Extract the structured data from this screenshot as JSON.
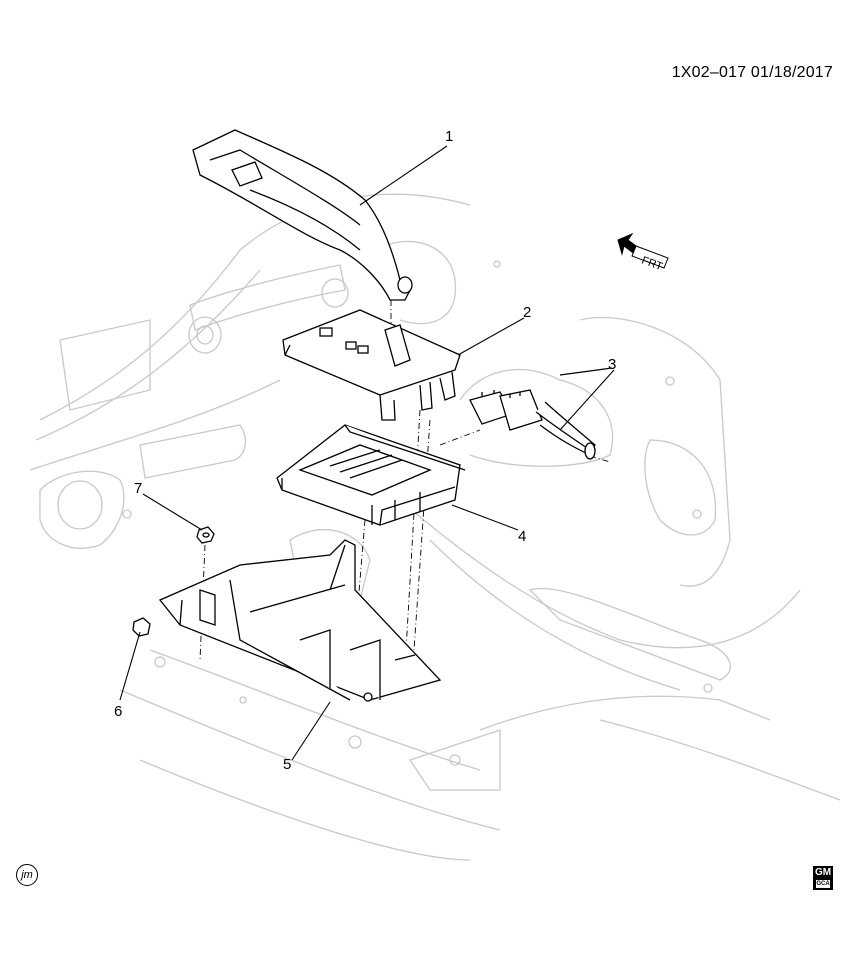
{
  "diagram": {
    "doc_id": "1X02–017  01/18/2017",
    "direction_label": "FRT",
    "callouts": [
      "1",
      "2",
      "3",
      "4",
      "5",
      "6",
      "7"
    ],
    "footer_badge": "jm",
    "logo_text": "GM",
    "logo_subtext": "GCA"
  }
}
